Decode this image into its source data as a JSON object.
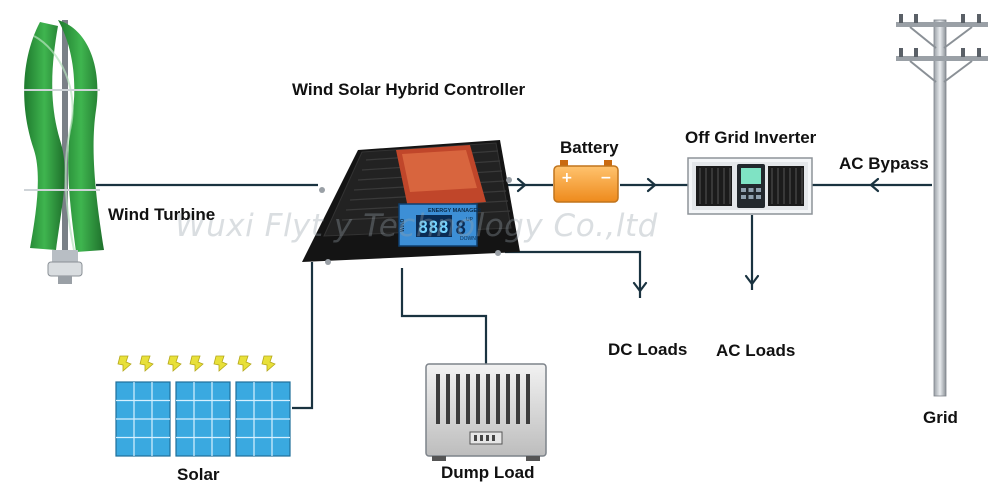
{
  "labels": {
    "controller": "Wind Solar Hybrid Controller",
    "wind_turbine": "Wind Turbine",
    "battery": "Battery",
    "inverter": "Off Grid Inverter",
    "ac_bypass": "AC Bypass",
    "dc_loads": "DC Loads",
    "ac_loads": "AC Loads",
    "solar": "Solar",
    "dump_load": "Dump Load",
    "grid": "Grid"
  },
  "controller_display": {
    "header": "ENERGY MANAGER",
    "digits": "888",
    "side": "8",
    "side_text": "WIND",
    "up": "UP",
    "down": "DOWN"
  },
  "battery_symbols": {
    "plus": "+",
    "minus": "−"
  },
  "watermark": "Wuxi Flyt                    y Technology Co.,ltd",
  "colors": {
    "turbine_green": "#2e9a3e",
    "battery_orange": "#f6a13a",
    "controller_body": "#1c1c1c",
    "controller_stripe": "#c0462a",
    "display_blue": "#3d8fd6",
    "solar_blue": "#3aa9e0",
    "wire": "#1a3340",
    "sun_ray_yellow": "#e8e03a"
  },
  "icons": [
    "wind-turbine-icon",
    "controller-icon",
    "battery-icon",
    "inverter-icon",
    "utility-pole-icon",
    "solar-panel-icon",
    "dump-load-icon",
    "arrow-right-icon",
    "arrow-down-icon",
    "arrow-left-icon"
  ]
}
